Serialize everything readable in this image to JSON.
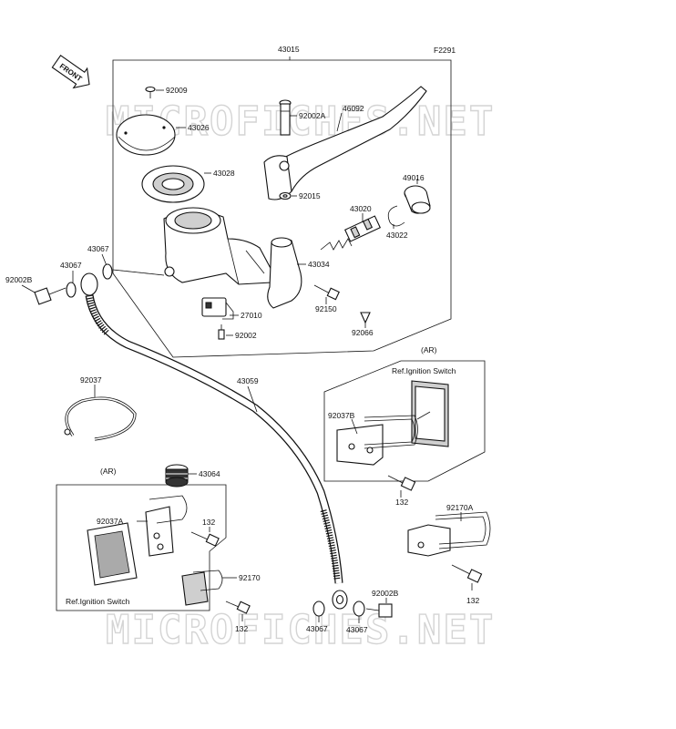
{
  "figure_code": "F2291",
  "front_label": "FRONT",
  "watermark": "MICROFICHES.NET",
  "variant_label": "(AR)",
  "ref_label": "Ref.Ignition Switch",
  "parts": {
    "assy": "43015",
    "cap_screw": "92009",
    "cap": "43026",
    "diaphragm": "43028",
    "pivot_bolt": "92002A",
    "lever": "46092",
    "nut": "92015",
    "boot": "49016",
    "piston_kit": "43020",
    "circlip": "43022",
    "holder": "43034",
    "bolt_holder": "92150",
    "cap_small": "92066",
    "switch": "27010",
    "screw_switch": "92002",
    "washer_top_a": "43067",
    "washer_top_b": "43067",
    "banjo_bolt_top": "92002B",
    "hose": "43059",
    "clamp": "92037",
    "bracket_r": "92037B",
    "bolt_r": "132",
    "bracket_r2": "92170A",
    "bolt_r2": "132",
    "grommet": "43064",
    "bracket_l": "92037A",
    "bolt_l": "132",
    "bracket_l2": "92170",
    "bolt_l2": "132",
    "washer_bot_a": "43067",
    "washer_bot_b": "43067",
    "banjo_bolt_bot": "92002B"
  }
}
